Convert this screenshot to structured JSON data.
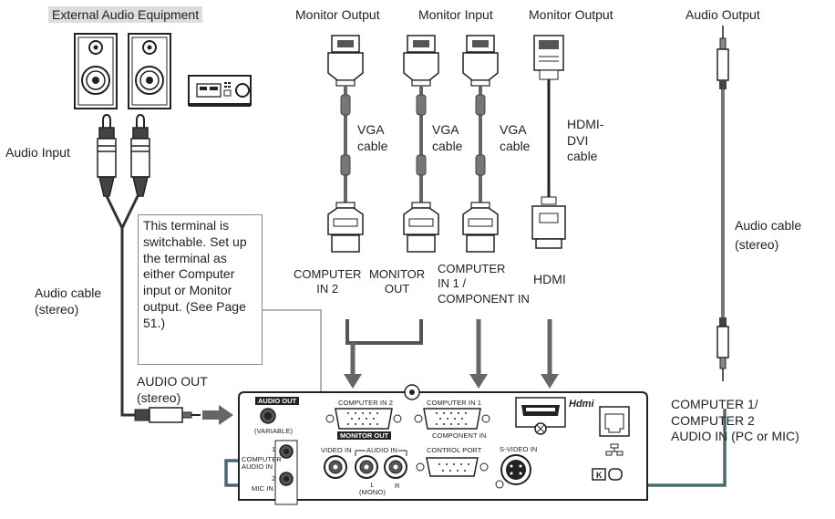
{
  "labels": {
    "external_audio_equipment": "External Audio Equipment",
    "monitor_output_1": "Monitor Output",
    "monitor_input": "Monitor Input",
    "monitor_output_2": "Monitor Output",
    "audio_output": "Audio Output",
    "audio_input": "Audio Input",
    "vga_cable": "VGA\ncable",
    "hdmi_dvi_cable": "HDMI-\nDVI\ncable",
    "audio_cable_left": "Audio cable\n(stereo)",
    "audio_cable_right": "Audio cable\n(stereo)",
    "computer_in_2": "COMPUTER\nIN 2",
    "monitor_out": "MONITOR\nOUT",
    "computer_in_1": "COMPUTER\nIN 1 /\nCOMPONENT IN",
    "hdmi": "HDMI",
    "audio_out_stereo": "AUDIO OUT\n(stereo)",
    "computer_audio_in": "COMPUTER 1/\nCOMPUTER 2\nAUDIO IN (PC or MIC)",
    "note": "This terminal is switchable. Set up the terminal as either Computer input or Monitor output. (See Page 51.)"
  },
  "panel": {
    "audio_out": "AUDIO OUT",
    "variable": "(VARIABLE)",
    "computer_in_2": "COMPUTER IN 2",
    "monitor_out": "MONITOR OUT",
    "computer_in_1": "COMPUTER IN 1",
    "component_in": "COMPONENT IN",
    "control_port": "CONTROL PORT",
    "video_in": "VIDEO IN",
    "audio_in": "AUDIO IN",
    "l_mono": "L\n(MONO)",
    "r": "R",
    "s_video_in": "S-VIDEO IN",
    "computer_audio_in": "COMPUTER\nAUDIO IN",
    "mic_in": "MIC IN",
    "num1": "1",
    "num2": "2",
    "hdmi_logo": "Hdmi"
  }
}
